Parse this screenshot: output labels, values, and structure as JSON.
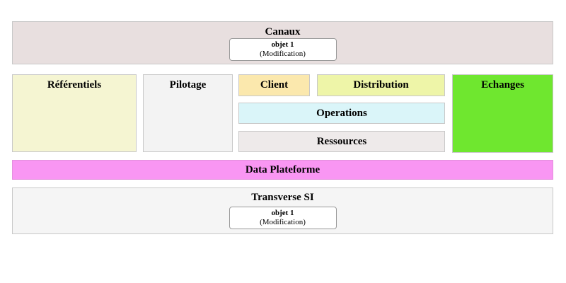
{
  "diagram": {
    "canaux": {
      "label": "Canaux",
      "color": "#e8dfdf",
      "card": {
        "name": "objet 1",
        "detail": "(Modification)"
      }
    },
    "blocks": [
      {
        "label": "Référentiels",
        "color": "#f5f5d2"
      },
      {
        "label": "Pilotage",
        "color": "#f3f3f3"
      },
      {
        "label": "Client",
        "color": "#fbe8ad"
      },
      {
        "label": "Distribution",
        "color": "#eef5a8"
      },
      {
        "label": "Operations",
        "color": "#daf5f9"
      },
      {
        "label": "Ressources",
        "color": "#eeeaea"
      },
      {
        "label": "Echanges",
        "color": "#6fe72f"
      }
    ],
    "data_plateforme": {
      "label": "Data Plateforme",
      "color": "#f996f3"
    },
    "transverse": {
      "label": "Transverse SI",
      "color": "#f5f5f5",
      "card": {
        "name": "objet 1",
        "detail": "(Modification)"
      }
    }
  }
}
